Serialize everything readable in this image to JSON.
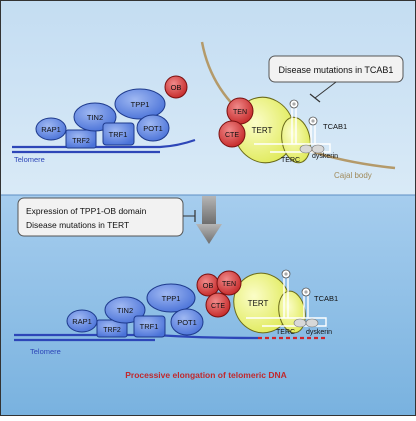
{
  "top_panel": {
    "labels": {
      "rap1": "RAP1",
      "trf2": "TRF2",
      "tin2": "TIN2",
      "trf1": "TRF1",
      "tpp1": "TPP1",
      "ob": "OB",
      "pot1": "POT1",
      "telomere": "Telomere",
      "ten": "TEN",
      "cte": "CTE",
      "tert": "TERT",
      "tcab1": "TCAB1",
      "terc": "TERC",
      "dyskerin": "dyskerin",
      "cajal_body": "Cajal body"
    },
    "callout": {
      "line1": "Disease mutations in TCAB1"
    }
  },
  "middle_callout": {
    "line1": "Expression of TPP1-OB domain",
    "line2": "Disease mutations in TERT"
  },
  "bottom_panel": {
    "labels": {
      "rap1": "RAP1",
      "trf2": "TRF2",
      "tin2": "TIN2",
      "trf1": "TRF1",
      "tpp1": "TPP1",
      "ob": "OB",
      "pot1": "POT1",
      "telomere": "Telomere",
      "ten": "TEN",
      "cte": "CTE",
      "tert": "TERT",
      "tcab1": "TCAB1",
      "terc": "TERC",
      "dyskerin": "dyskerin"
    },
    "caption": "Processive elongation of telomeric DNA"
  },
  "colors": {
    "top_bg": "#cfe3f4",
    "bottom_bg": "#8cbfe6",
    "shelterin": "#5b84e0",
    "shelterin_stroke": "#1e3a8c",
    "red_domain": "#d63a3a",
    "tert_yellow": "#eef57a",
    "telomere_line": "#2d46b8",
    "cajal_arc": "#b49a6a",
    "caption_red": "#c0282d",
    "arrow_gray": "#8a8a8a"
  }
}
